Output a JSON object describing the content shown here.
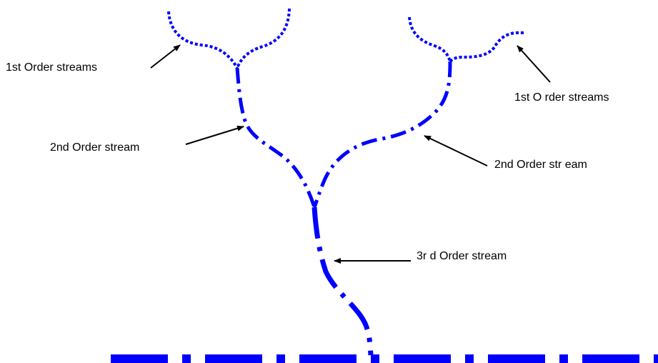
{
  "colors": {
    "stream": "#0000ff",
    "arrow": "#000000",
    "background": "#ffffff"
  },
  "labels": {
    "first_order_left": "1st Order streams",
    "first_order_right": "1st O rder streams",
    "second_order_left": "2nd Order stream",
    "second_order_right": "2nd Order str eam",
    "third_order": "3r d Order stream"
  }
}
